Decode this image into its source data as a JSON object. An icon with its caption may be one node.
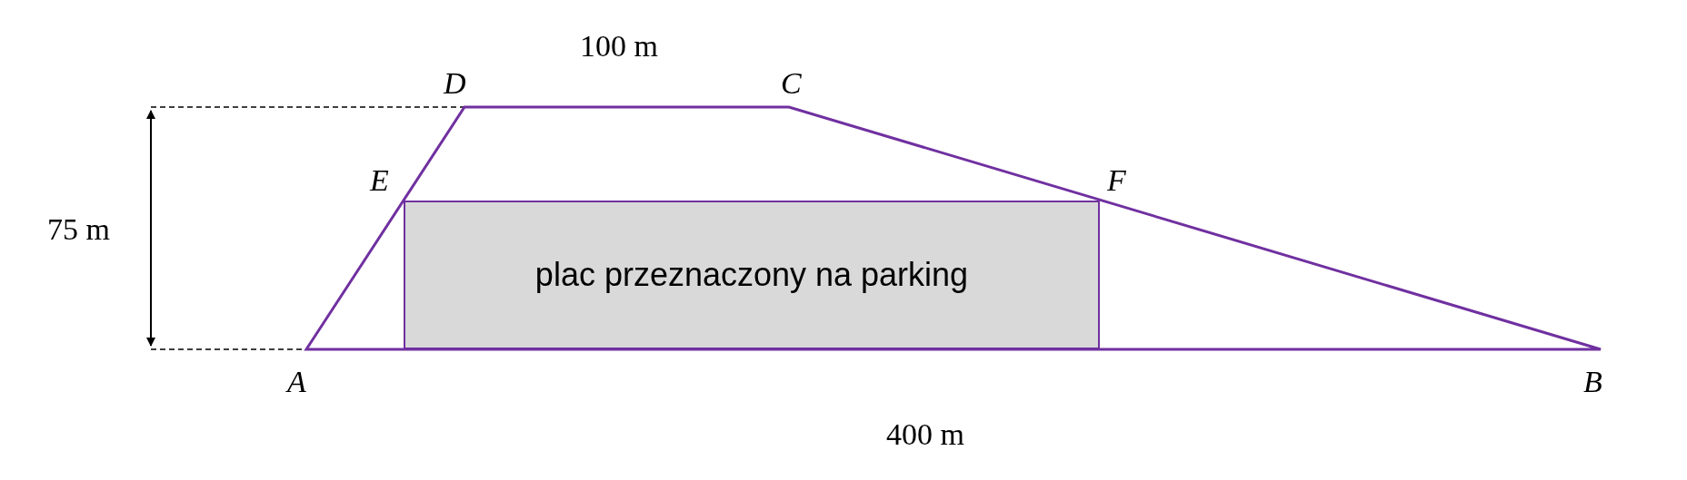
{
  "diagram": {
    "nodes": [
      {
        "text": [
          "plac przeznaczony na parking"
        ]
      }
    ],
    "edges": [],
    "labels": [
      "100 m",
      "D",
      "C",
      "E",
      "F",
      "75 m",
      "A",
      "B",
      "400 m"
    ]
  }
}
